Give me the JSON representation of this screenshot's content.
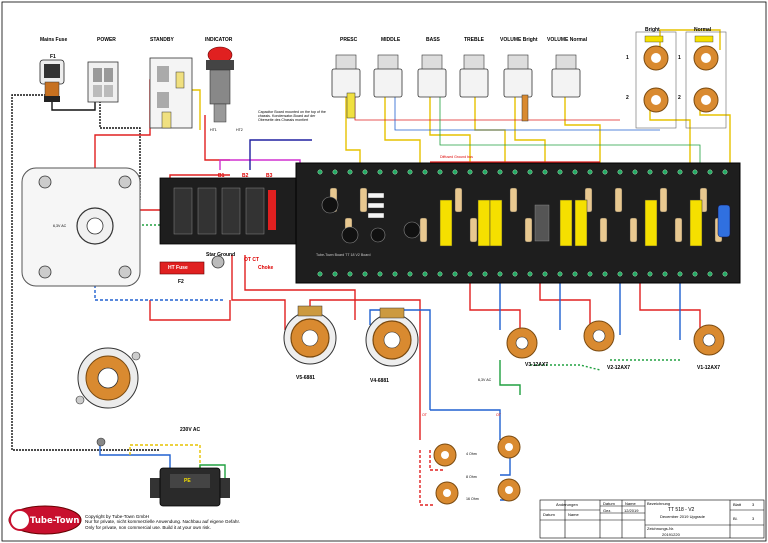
{
  "labels": {
    "mains_fuse": "Mains Fuse",
    "f1": "F1",
    "power": "POWER",
    "standby": "STANDBY",
    "indicator": "INDICATOR",
    "ht1": "HT1",
    "ht2": "HT2",
    "pots": [
      "PRESC",
      "MIDDLE",
      "BASS",
      "TREBLE",
      "VOLUME Bright",
      "VOLUME Normal"
    ],
    "bright": "Bright",
    "normal": "Normal",
    "jack_1a": "1",
    "jack_2a": "2",
    "jack_1b": "1",
    "jack_2b": "2",
    "cap_note": "Capacitor Board mounted on the top of the chassis. Kondensator-Board auf der Oberseite des Chassis montiert",
    "ground_bar": "Diffused Ground bus",
    "b1": "B1",
    "b2": "B2",
    "b3": "B3",
    "ht_fuse": "HT Fuse",
    "f2": "F2",
    "star_ground": "Star Ground",
    "ot_ct": "OT CT",
    "choke": "Choke",
    "board_name": "Tube-Town Board TT 18 V2 Board",
    "v5": "V5-6881",
    "v4": "V4-6881",
    "v3": "V3-12AX7",
    "v2": "V2-12AX7",
    "v1": "V1-12AX7",
    "heater": "6,3V AC",
    "ac230": "230V AC",
    "pe": "PE",
    "ot": "OT",
    "ohm_4": "4 Ohm",
    "ohm_8": "8 Ohm",
    "ohm_16": "16 Ohm",
    "logo": "Tube-Town",
    "copyright": [
      "Copyright by Tube-Town GmbH",
      "Nur für private, nicht kommerzielle Anwendung. Nachbau auf eigene Gefahr.",
      "Only for private, non commercial use. Build it at your own risk."
    ]
  },
  "title_block": {
    "aenderungen": "Änderungen",
    "datum": "Datum",
    "name": "Name",
    "datum2": "Datum",
    "name2": "Name",
    "bezeichnung": "Bezeichnung",
    "gez": "Gez.",
    "date_value": "12/2019",
    "project": "TT 518 - V2",
    "subtitle": "December 2019 Upgrade",
    "blatt_label": "Blatt",
    "blatt_value": "3",
    "zeichnung_label": "Zeichnungs-Nr.",
    "zeichnung_value": "20191220",
    "bl_label": "Bl.",
    "bl_value": "3"
  },
  "colors": {
    "board": "#1e1e1e",
    "wire_red": "#e02020",
    "wire_yellow": "#e6c200",
    "wire_blue": "#2060d0",
    "wire_green": "#20a040",
    "wire_black": "#111111",
    "wire_white_dash": "#c8a000",
    "cap_yellow": "#f5e000",
    "cap_blue": "#3070e0",
    "jack_orange": "#d98a30"
  }
}
